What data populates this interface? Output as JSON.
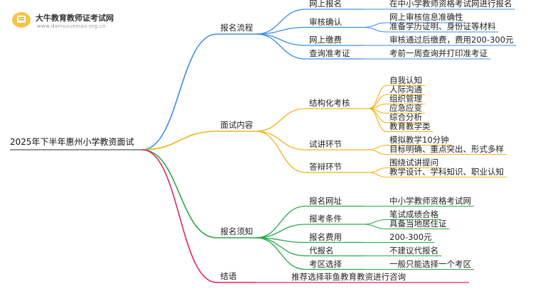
{
  "brand": {
    "name": "大牛教育教师证考试网",
    "url": "www.daniuxuexiao.org.cn"
  },
  "colors": {
    "blue": "#3b8ee6",
    "orange": "#f2b21c",
    "green": "#2aa84a",
    "magenta": "#e0245e"
  },
  "root": "2025年下半年惠州小学教资面试",
  "branches": [
    {
      "label": "报名流程",
      "color": "blue",
      "children": [
        {
          "label": "网上报名",
          "children": [
            "在中小学教师资格考试网进行报名"
          ]
        },
        {
          "label": "审核确认",
          "children": [
            "网上审核信息准确性",
            "准备学历证明、身份证等材料"
          ]
        },
        {
          "label": "网上缴费",
          "children": [
            "审核通过后缴费，费用200-300元"
          ]
        },
        {
          "label": "查询准考证",
          "children": [
            "考前一周查询并打印准考证"
          ]
        }
      ]
    },
    {
      "label": "面试内容",
      "color": "orange",
      "children": [
        {
          "label": "结构化考核",
          "children": [
            "自我认知",
            "人际沟通",
            "组织管理",
            "应急应变",
            "综合分析",
            "教育教学类"
          ]
        },
        {
          "label": "试讲环节",
          "children": [
            "模拟教学10分钟",
            "目标明确、重点突出、形式多样"
          ]
        },
        {
          "label": "答辩环节",
          "children": [
            "围绕试讲提问",
            "教学设计、学科知识、职业认知"
          ]
        }
      ]
    },
    {
      "label": "报名须知",
      "color": "green",
      "children": [
        {
          "label": "报名网址",
          "children": [
            "中小学教师资格考试网"
          ]
        },
        {
          "label": "报考条件",
          "children": [
            "笔试成绩合格",
            "具备当地居住证"
          ]
        },
        {
          "label": "报名费用",
          "children": [
            "200-300元"
          ]
        },
        {
          "label": "代报名",
          "children": [
            "不建议代报名"
          ]
        },
        {
          "label": "考区选择",
          "children": [
            "一般只能选择一个考区"
          ]
        }
      ]
    },
    {
      "label": "结语",
      "color": "magenta",
      "children": [
        {
          "label": "推荐选择菲鱼教育教资进行咨询",
          "children": []
        }
      ]
    }
  ]
}
